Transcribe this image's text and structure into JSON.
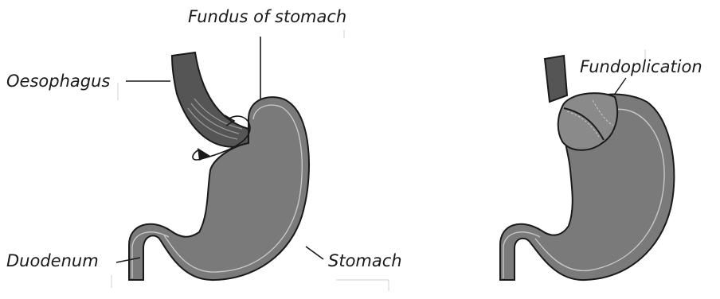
{
  "labels": {
    "fundus": "Fundus of stomach",
    "oesophagus": "Oesophagus",
    "duodenum": "Duodenum",
    "stomach": "Stomach",
    "fundoplication": "Fundoplication"
  },
  "colors": {
    "stomach_fill": "#7a7a7a",
    "oesophagus_fill": "#555555",
    "wrap_fill": "#8a8a8a",
    "outline": "#1a1a1a",
    "inner_line": "#c8c8c8"
  }
}
